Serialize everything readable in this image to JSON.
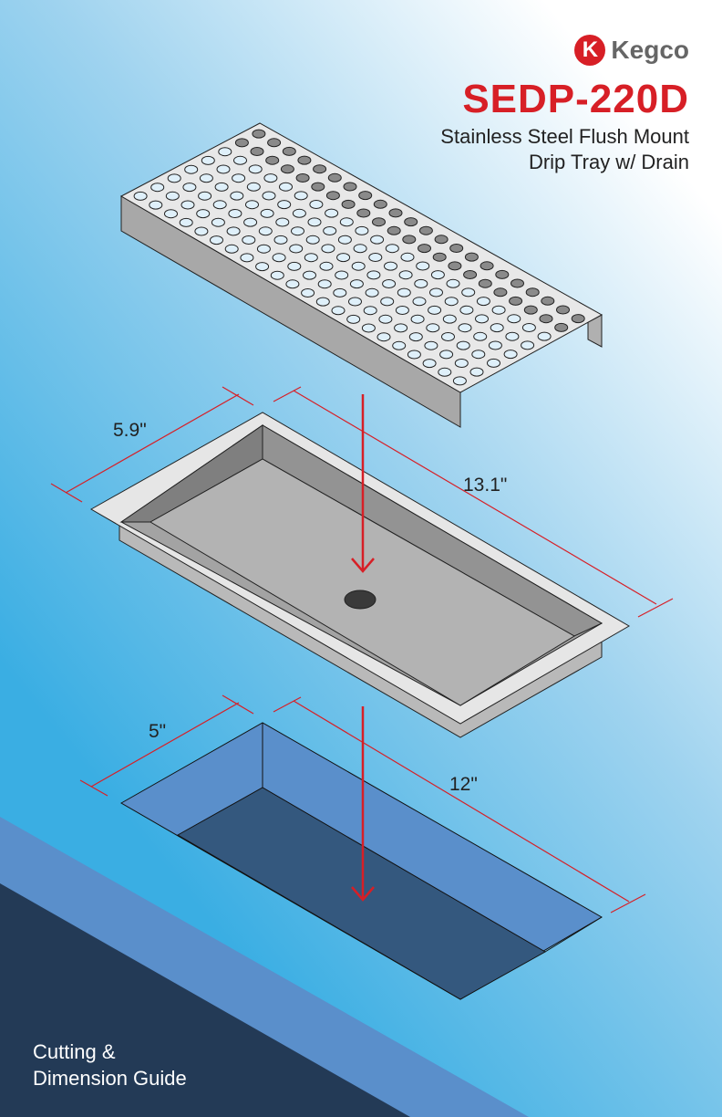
{
  "brand": {
    "name": "Kegco",
    "logo_letter": "K",
    "color": "#d71f26"
  },
  "title": {
    "model": "SEDP-220D",
    "line1": "Stainless Steel Flush Mount",
    "line2": "Drip Tray w/ Drain"
  },
  "dimensions": {
    "tray_width": "5.9\"",
    "tray_length": "13.1\"",
    "cutout_width": "5\"",
    "cutout_length": "12\""
  },
  "footer": {
    "line1": "Cutting &",
    "line2": "Dimension Guide"
  }
}
